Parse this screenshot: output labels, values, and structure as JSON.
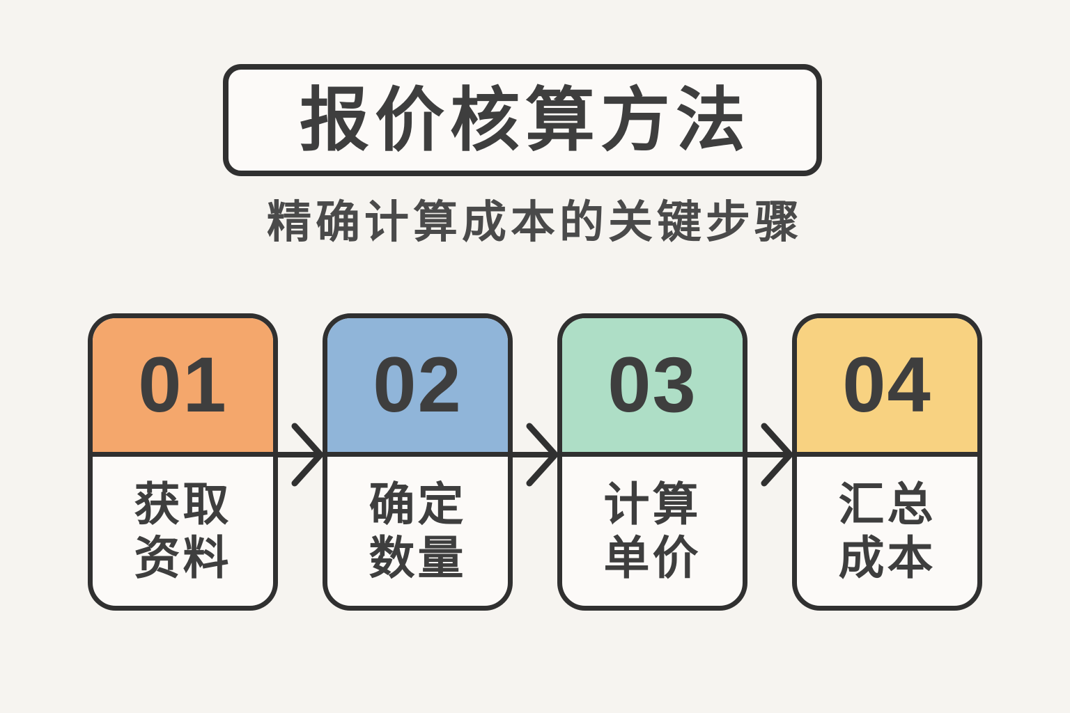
{
  "colors": {
    "background": "#F6F4F0",
    "surface": "#FCFAF8",
    "line": "#303030",
    "ink": "#3E3E3E",
    "subtitle_ink": "#4A4A4A",
    "step_orange": "#F4A76C",
    "step_blue": "#90B5D9",
    "step_green": "#AEDEC6",
    "step_yellow": "#F8D281"
  },
  "header": {
    "title": "报价核算方法",
    "subtitle": "精确计算成本的关键步骤"
  },
  "steps": [
    {
      "number": "01",
      "color": "#F4A76C",
      "lines": [
        "获取",
        "资料"
      ]
    },
    {
      "number": "02",
      "color": "#90B5D9",
      "lines": [
        "确定",
        "数量"
      ]
    },
    {
      "number": "03",
      "color": "#AEDEC6",
      "lines": [
        "计算",
        "单价"
      ]
    },
    {
      "number": "04",
      "color": "#F8D281",
      "lines": [
        "汇总",
        "成本"
      ]
    }
  ],
  "icons": {
    "flow_arrow": "arrow-right"
  }
}
